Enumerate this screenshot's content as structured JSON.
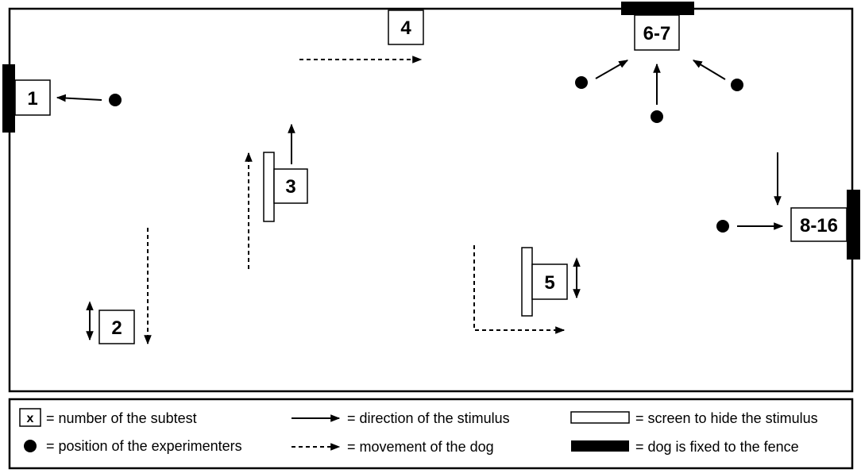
{
  "subtests": {
    "s1": "1",
    "s2": "2",
    "s3": "3",
    "s4": "4",
    "s5": "5",
    "s6_7": "6-7",
    "s8_16": "8-16"
  },
  "legend": {
    "subtest_symbol": "x",
    "subtest_text": "= number of the subtest",
    "experimenters_text": "= position of the experimenters",
    "stimulus_text": "= direction of the stimulus",
    "dog_movement_text": "= movement of the dog",
    "screen_text": "= screen to hide the stimulus",
    "fence_text": "= dog is fixed to the fence"
  },
  "colors": {
    "ink": "#000000",
    "background": "#ffffff"
  }
}
